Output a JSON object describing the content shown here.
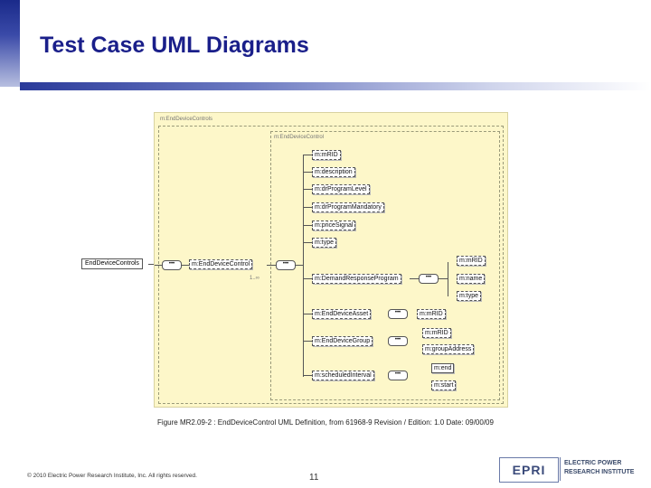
{
  "slide": {
    "title": "Test Case UML Diagrams"
  },
  "diagram": {
    "outer_type_label": "m:EndDeviceControls",
    "inner_type_label": "m:EndDeviceControl",
    "root": "EndDeviceControls",
    "control": "m:EndDeviceControl",
    "multiplicity": "1..∞",
    "children": [
      "m:mRID",
      "m:description",
      "m:drProgramLevel",
      "m:drProgramMandatory",
      "m:priceSignal",
      "m:type",
      "m:DemandResponseProgram",
      "m:EndDeviceAsset",
      "m:EndDeviceGroup",
      "m:scheduledInterval"
    ],
    "drp_children": [
      "m:mRID",
      "m:name",
      "m:type"
    ],
    "asset_children": [
      "m:mRID"
    ],
    "group_children": [
      "m:mRID",
      "m:groupAddress"
    ],
    "interval_children": [
      "m:end",
      "m:start"
    ]
  },
  "caption": "Figure MR2.09-2 : EndDeviceControl UML Definition, from 61968-9 Revision / Edition: 1.0 Date: 09/00/09",
  "footer": {
    "copyright": "© 2010 Electric Power Research Institute, Inc. All rights reserved.",
    "page_number": "11"
  },
  "logo": {
    "mark": "EPRI",
    "line1": "ELECTRIC POWER",
    "line2": "RESEARCH INSTITUTE"
  },
  "colors": {
    "title": "#1a1f8a",
    "diagram_bg": "#fdf7c9",
    "accent_bar": "#2a3a9a"
  }
}
